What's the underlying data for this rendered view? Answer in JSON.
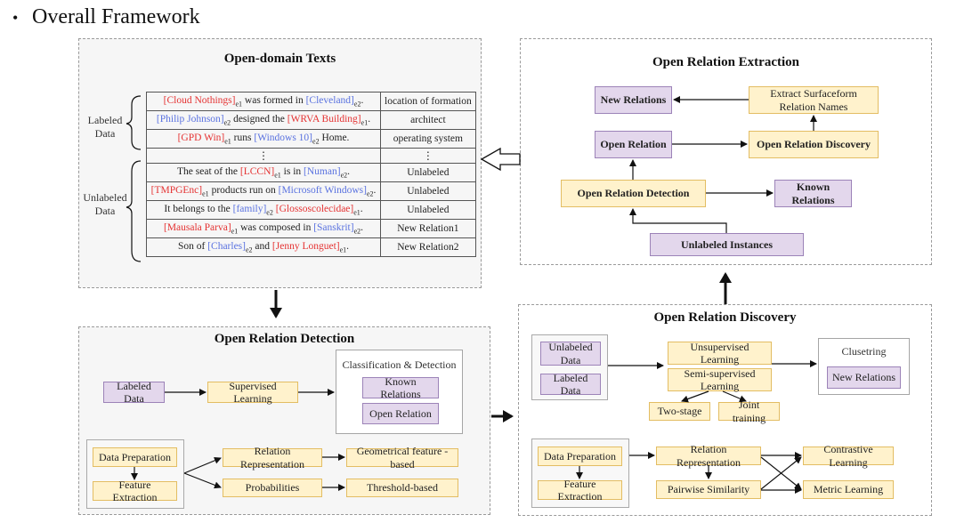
{
  "header": {
    "bullet": "•",
    "title": "Overall Framework"
  },
  "texts_panel": {
    "title": "Open-domain Texts",
    "labeled_label": [
      "Labeled",
      "Data"
    ],
    "unlabeled_label": [
      "Unlabeled",
      "Data"
    ],
    "ellipsis": "⋮",
    "rows": [
      {
        "parts": [
          {
            "t": "[Cloud Nothings]",
            "c": "red"
          },
          {
            "t": "e1",
            "c": "sub"
          },
          {
            "t": " was formed in "
          },
          {
            "t": "[Cleveland]",
            "c": "blue"
          },
          {
            "t": "e2",
            "c": "sub"
          },
          {
            "t": "."
          }
        ],
        "rel": "location of formation"
      },
      {
        "parts": [
          {
            "t": "[Philip Johnson]",
            "c": "blue"
          },
          {
            "t": "e2",
            "c": "sub"
          },
          {
            "t": " designed the "
          },
          {
            "t": "[WRVA Building]",
            "c": "red"
          },
          {
            "t": "e1",
            "c": "sub"
          },
          {
            "t": "."
          }
        ],
        "rel": "architect"
      },
      {
        "parts": [
          {
            "t": "[GPD Win]",
            "c": "red"
          },
          {
            "t": "e1",
            "c": "sub"
          },
          {
            "t": " runs "
          },
          {
            "t": "[Windows 10]",
            "c": "blue"
          },
          {
            "t": "e2",
            "c": "sub"
          },
          {
            "t": " Home."
          }
        ],
        "rel": "operating system"
      },
      {
        "parts": [
          {
            "t": "The seat of the "
          },
          {
            "t": "[LCCN]",
            "c": "red"
          },
          {
            "t": "e1",
            "c": "sub"
          },
          {
            "t": " is in "
          },
          {
            "t": "[Numan]",
            "c": "blue"
          },
          {
            "t": "e2",
            "c": "sub"
          },
          {
            "t": "."
          }
        ],
        "rel": "Unlabeled"
      },
      {
        "parts": [
          {
            "t": "[TMPGEnc]",
            "c": "red"
          },
          {
            "t": "e1",
            "c": "sub"
          },
          {
            "t": " products run on "
          },
          {
            "t": "[Microsoft Windows]",
            "c": "blue"
          },
          {
            "t": "e2",
            "c": "sub"
          },
          {
            "t": "."
          }
        ],
        "rel": "Unlabeled"
      },
      {
        "parts": [
          {
            "t": "It belongs to the "
          },
          {
            "t": "[family]",
            "c": "blue"
          },
          {
            "t": "e2",
            "c": "sub"
          },
          {
            "t": " "
          },
          {
            "t": "[Glossoscolecidae]",
            "c": "red"
          },
          {
            "t": "e1",
            "c": "sub"
          },
          {
            "t": "."
          }
        ],
        "rel": "Unlabeled"
      },
      {
        "parts": [
          {
            "t": "[Mausala Parva]",
            "c": "red"
          },
          {
            "t": "e1",
            "c": "sub"
          },
          {
            "t": " was composed in "
          },
          {
            "t": "[Sanskrit]",
            "c": "blue"
          },
          {
            "t": "e2",
            "c": "sub"
          },
          {
            "t": "."
          }
        ],
        "rel": "New Relation1"
      },
      {
        "parts": [
          {
            "t": "Son of "
          },
          {
            "t": "[Charles]",
            "c": "blue"
          },
          {
            "t": "e2",
            "c": "sub"
          },
          {
            "t": " and "
          },
          {
            "t": "[Jenny Longuet]",
            "c": "red"
          },
          {
            "t": "e1",
            "c": "sub"
          },
          {
            "t": "."
          }
        ],
        "rel": "New Relation2"
      }
    ]
  },
  "ore_panel": {
    "title": "Open Relation Extraction",
    "new_relations": "New Relations",
    "extract_surfaceform": "Extract Surfaceform Relation Names",
    "open_relation": "Open Relation",
    "open_relation_discovery": "Open Relation Discovery",
    "open_relation_detection": "Open Relation Detection",
    "known_relations": "Known Relations",
    "unlabeled_instances": "Unlabeled Instances"
  },
  "ord_panel": {
    "title": "Open Relation Detection",
    "labeled_data": "Labeled Data",
    "supervised_learning": "Supervised Learning",
    "classification_detection": "Classification & Detection",
    "known_relations": "Known Relations",
    "open_relation": "Open Relation",
    "data_preparation": "Data Preparation",
    "feature_extraction": "Feature Extraction",
    "relation_representation": "Relation Representation",
    "geometrical": "Geometrical feature -based",
    "probabilities": "Probabilities",
    "threshold": "Threshold-based"
  },
  "ordisc_panel": {
    "title": "Open Relation Discovery",
    "unlabeled_data": "Unlabeled Data",
    "labeled_data": "Labeled Data",
    "unsupervised_learning": "Unsupervised Learning",
    "semi_supervised_learning": "Semi-supervised Learning",
    "two_stage": "Two-stage",
    "joint_training": "Joint training",
    "clustering": "Clusetring",
    "new_relations": "New Relations",
    "data_preparation": "Data Preparation",
    "feature_extraction": "Feature Extraction",
    "relation_representation": "Relation Representation",
    "pairwise_similarity": "Pairwise Similarity",
    "contrastive_learning": "Contrastive Learning",
    "metric_learning": "Metric Learning"
  },
  "colors": {
    "purple_fill": "#e3d7ec",
    "purple_border": "#9c83b8",
    "yellow_fill": "#fff2cc",
    "yellow_border": "#e3bd63",
    "entity_head": "#e53232",
    "entity_tail": "#5a72e0"
  }
}
